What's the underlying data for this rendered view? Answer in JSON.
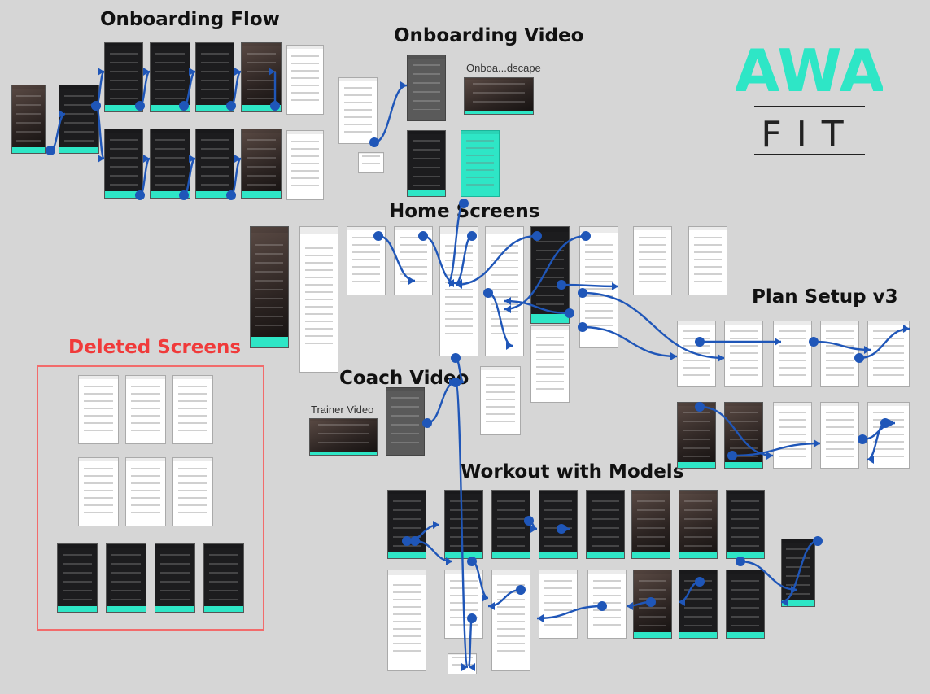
{
  "sections": {
    "onboarding_flow": "Onboarding Flow",
    "onboarding_video": "Onboarding Video",
    "home_screens": "Home Screens",
    "plan_setup": "Plan Setup v3",
    "deleted_screens": "Deleted Screens",
    "coach_video": "Coach Video",
    "workout_models": "Workout with Models"
  },
  "labels": {
    "onboarding_landscape": "Onboa...dscape",
    "trainer_video": "Trainer Video"
  },
  "logo": {
    "top": "AWA",
    "bottom": "FIT",
    "color": "#2ee6c6"
  },
  "colors": {
    "canvas": "#d6d6d6",
    "arrow": "#1f56b8",
    "accent": "#2ee6c6",
    "deleted": "#f03a3a"
  }
}
